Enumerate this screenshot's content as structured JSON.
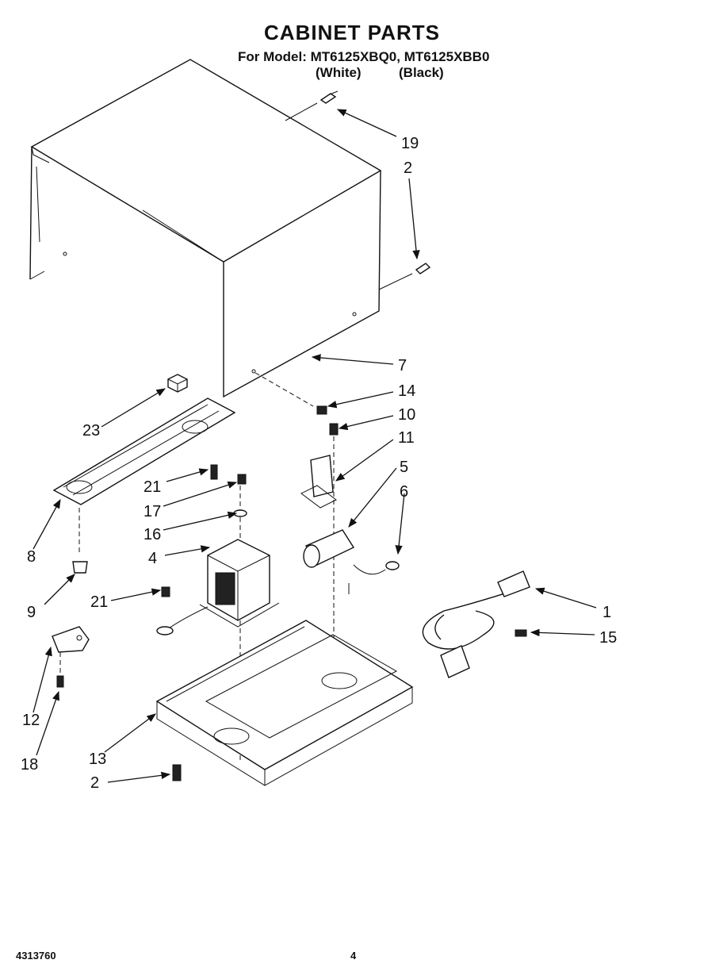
{
  "header": {
    "title": "CABINET PARTS",
    "model_line": "For Model: MT6125XBQ0, MT6125XBB0",
    "variant_white": "(White)",
    "variant_black": "(Black)"
  },
  "footer": {
    "doc_number": "4313760",
    "page_number": "4"
  },
  "callouts": {
    "c19": "19",
    "c2_top": "2",
    "c7": "7",
    "c14": "14",
    "c10": "10",
    "c11": "11",
    "c5": "5",
    "c6": "6",
    "c23": "23",
    "c21_a": "21",
    "c17": "17",
    "c16": "16",
    "c8": "8",
    "c4": "4",
    "c9": "9",
    "c21_b": "21",
    "c1": "1",
    "c15": "15",
    "c12": "12",
    "c13": "13",
    "c18": "18",
    "c2_bottom": "2"
  }
}
